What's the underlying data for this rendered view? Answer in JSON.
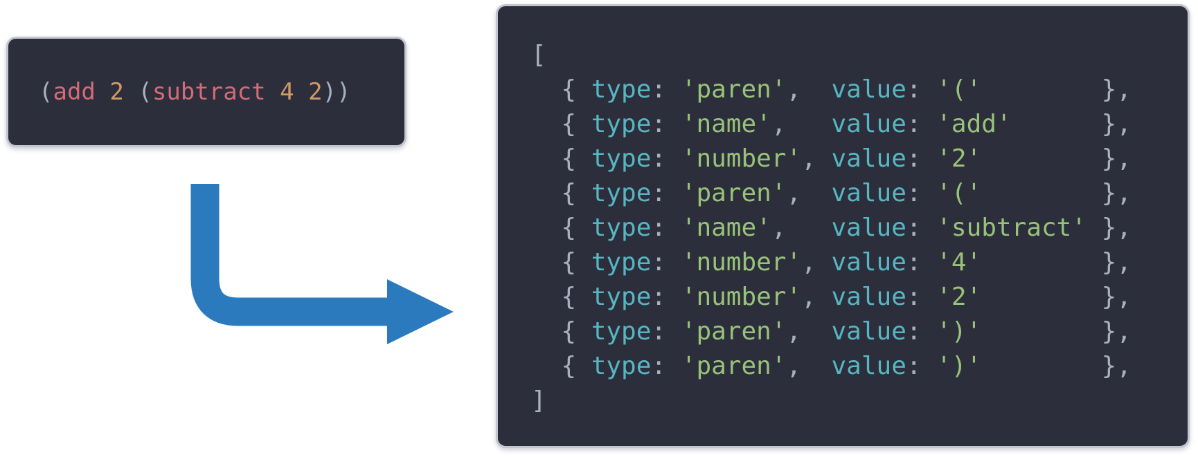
{
  "colors": {
    "page_bg": "#ffffff",
    "panel_bg": "#2c2e3b",
    "panel_border": "#c2c6ce",
    "punct": "#a9b1c0",
    "fn_name": "#d56b77",
    "number": "#d19a66",
    "key": "#56b6c2",
    "string": "#98c379",
    "arrow": "#2b7abe"
  },
  "source_panel": {
    "code_text": "(add 2 (subtract 4 2))",
    "segments": [
      {
        "text": "(",
        "role": "punct"
      },
      {
        "text": "add",
        "role": "fn_name"
      },
      {
        "text": " ",
        "role": "punct"
      },
      {
        "text": "2",
        "role": "number"
      },
      {
        "text": " ",
        "role": "punct"
      },
      {
        "text": "(",
        "role": "punct"
      },
      {
        "text": "subtract",
        "role": "fn_name"
      },
      {
        "text": " ",
        "role": "punct"
      },
      {
        "text": "4",
        "role": "number"
      },
      {
        "text": " ",
        "role": "punct"
      },
      {
        "text": "2",
        "role": "number"
      },
      {
        "text": "))",
        "role": "punct"
      }
    ]
  },
  "arrow": {
    "shape": "down-then-right"
  },
  "tokens_panel": {
    "open_bracket": "[",
    "close_bracket": "]",
    "key_type": "type",
    "key_value": "value",
    "open_brace": "{ ",
    "colon_sep": ": ",
    "close_brace": "},",
    "quote": "'",
    "comma": ",",
    "tokens": [
      {
        "type": "paren",
        "value": "("
      },
      {
        "type": "name",
        "value": "add"
      },
      {
        "type": "number",
        "value": "2"
      },
      {
        "type": "paren",
        "value": "("
      },
      {
        "type": "name",
        "value": "subtract"
      },
      {
        "type": "number",
        "value": "4"
      },
      {
        "type": "number",
        "value": "2"
      },
      {
        "type": "paren",
        "value": ")"
      },
      {
        "type": "paren",
        "value": ")"
      }
    ]
  }
}
